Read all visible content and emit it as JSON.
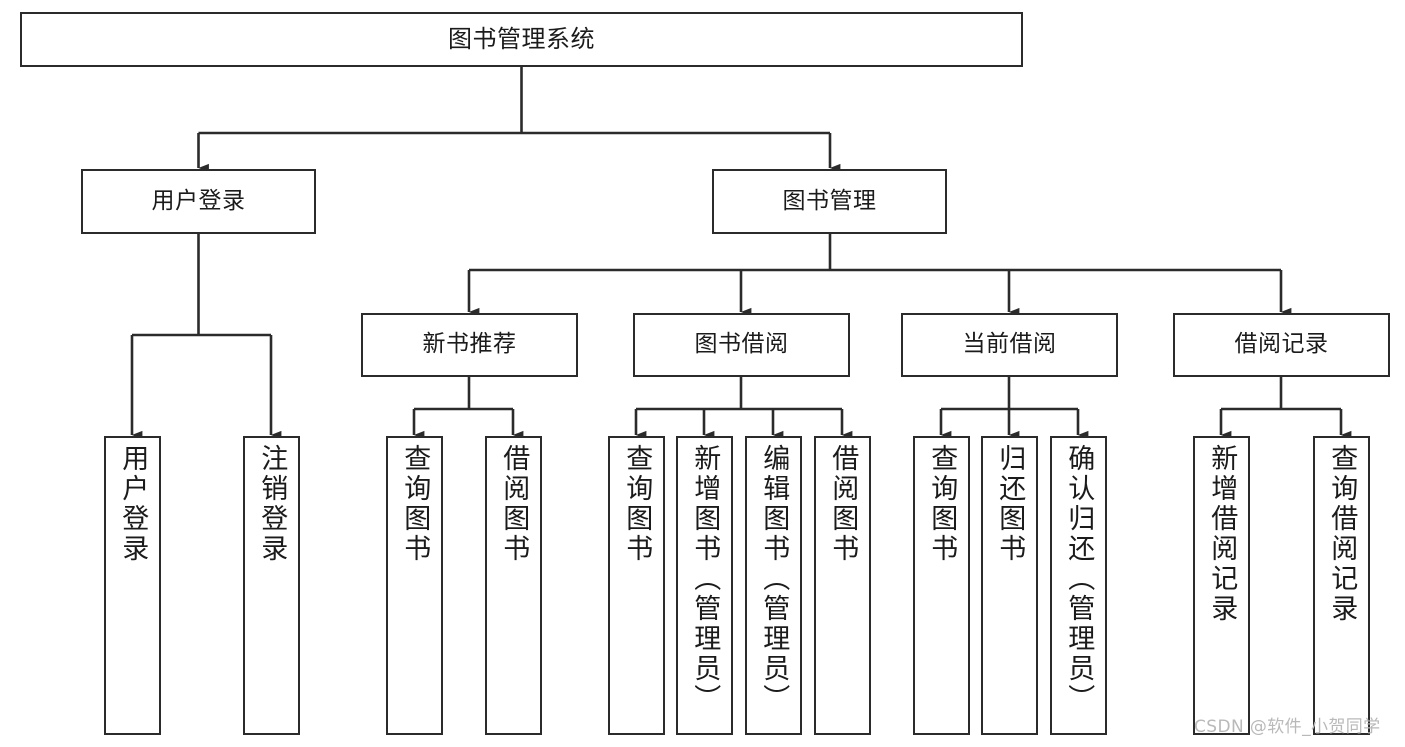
{
  "diagram": {
    "type": "tree-hierarchy-chart",
    "title": "图书管理系统",
    "stroke_color": "#2b2b2b",
    "fill_color": "#ffffff",
    "text_color": "#1b1b1b",
    "root": {
      "label": "图书管理系统",
      "level": 0
    },
    "level2": [
      {
        "label": "用户登录"
      },
      {
        "label": "图书管理"
      }
    ],
    "level3": [
      {
        "label": "新书推荐"
      },
      {
        "label": "图书借阅"
      },
      {
        "label": "当前借阅"
      },
      {
        "label": "借阅记录"
      }
    ],
    "leaves": {
      "user_login": [
        {
          "label": "用户登录"
        },
        {
          "label": "注销登录"
        }
      ],
      "new_book_recommend": [
        {
          "label": "查询图书"
        },
        {
          "label": "借阅图书"
        }
      ],
      "book_borrow": [
        {
          "label": "查询图书"
        },
        {
          "label": "新增图书（管理员）"
        },
        {
          "label": "编辑图书（管理员）"
        },
        {
          "label": "借阅图书"
        }
      ],
      "current_borrow": [
        {
          "label": "查询图书"
        },
        {
          "label": "归还图书"
        },
        {
          "label": "确认归还（管理员）"
        }
      ],
      "borrow_record": [
        {
          "label": "新增借阅记录"
        },
        {
          "label": "查询借阅记录"
        }
      ]
    }
  },
  "watermark": {
    "text": "CSDN @软件_小贺同学"
  }
}
